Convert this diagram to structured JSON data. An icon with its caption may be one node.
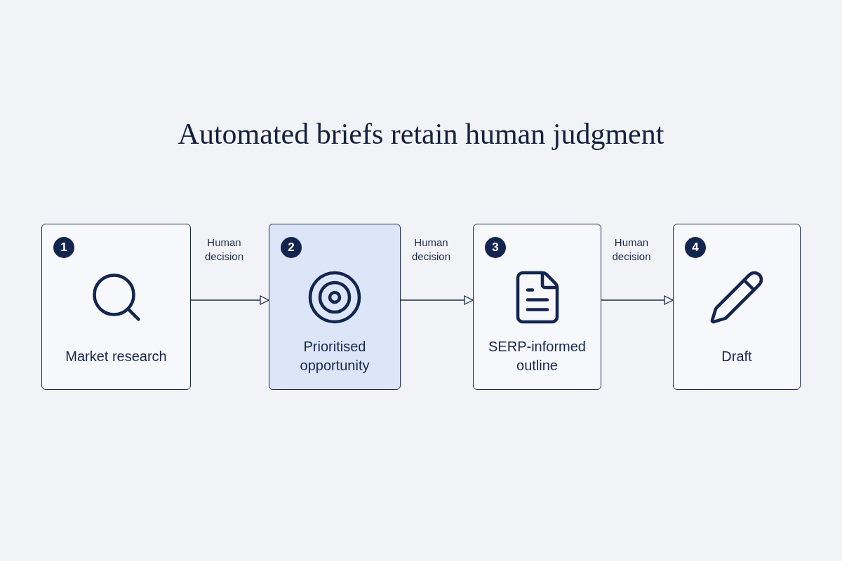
{
  "diagram": {
    "title": "Automated briefs retain human judgment",
    "nodes": [
      {
        "text": [
          "1",
          "Market research"
        ]
      },
      {
        "text": [
          "2",
          "Prioritised opportunity"
        ]
      },
      {
        "text": [
          "3",
          "SERP-informed outline"
        ]
      },
      {
        "text": [
          "4",
          "Draft"
        ]
      }
    ],
    "edges": [
      {
        "from": 0,
        "to": 1,
        "arrow": "to",
        "label": "Human decision"
      },
      {
        "from": 1,
        "to": 2,
        "arrow": "to",
        "label": "Human decision"
      },
      {
        "from": 2,
        "to": 3,
        "arrow": "to",
        "label": "Human decision"
      }
    ]
  }
}
